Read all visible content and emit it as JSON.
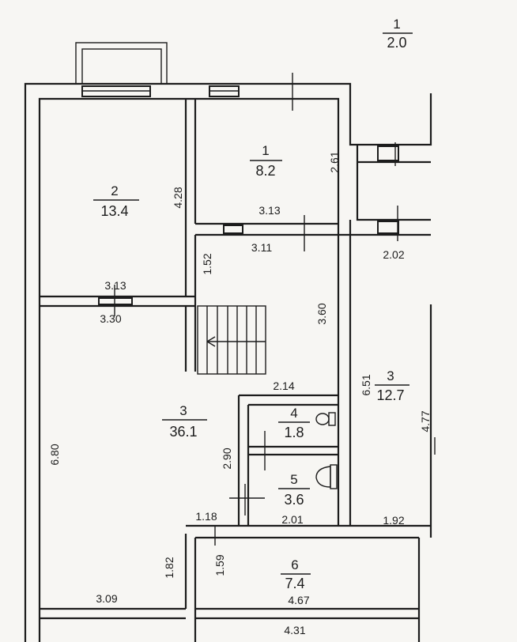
{
  "rooms": [
    {
      "id": "room-1-balcony",
      "number": "1",
      "area": "2.0"
    },
    {
      "id": "room-1",
      "number": "1",
      "area": "8.2"
    },
    {
      "id": "room-2",
      "number": "2",
      "area": "13.4"
    },
    {
      "id": "room-3-large",
      "number": "3",
      "area": "36.1"
    },
    {
      "id": "room-3-right",
      "number": "3",
      "area": "12.7"
    },
    {
      "id": "room-4",
      "number": "4",
      "area": "1.8"
    },
    {
      "id": "room-5",
      "number": "5",
      "area": "3.6"
    },
    {
      "id": "room-6",
      "number": "6",
      "area": "7.4"
    }
  ],
  "dimensions": [
    {
      "id": "dim-2-61",
      "value": "2.61"
    },
    {
      "id": "dim-4-28",
      "value": "4.28"
    },
    {
      "id": "dim-3-13-top",
      "value": "3.13"
    },
    {
      "id": "dim-3-11",
      "value": "3.11"
    },
    {
      "id": "dim-2-02",
      "value": "2.02"
    },
    {
      "id": "dim-1-52",
      "value": "1.52"
    },
    {
      "id": "dim-3-13-mid",
      "value": "3.13"
    },
    {
      "id": "dim-3-30",
      "value": "3.30"
    },
    {
      "id": "dim-3-60",
      "value": "3.60"
    },
    {
      "id": "dim-2-14",
      "value": "2.14"
    },
    {
      "id": "dim-6-51",
      "value": "6.51"
    },
    {
      "id": "dim-4-77",
      "value": "4.77"
    },
    {
      "id": "dim-6-80",
      "value": "6.80"
    },
    {
      "id": "dim-2-90",
      "value": "2.90"
    },
    {
      "id": "dim-1-18",
      "value": "1.18"
    },
    {
      "id": "dim-2-01",
      "value": "2.01"
    },
    {
      "id": "dim-1-92",
      "value": "1.92"
    },
    {
      "id": "dim-1-82",
      "value": "1.82"
    },
    {
      "id": "dim-1-59",
      "value": "1.59"
    },
    {
      "id": "dim-3-09",
      "value": "3.09"
    },
    {
      "id": "dim-4-67",
      "value": "4.67"
    },
    {
      "id": "dim-4-31",
      "value": "4.31"
    }
  ]
}
